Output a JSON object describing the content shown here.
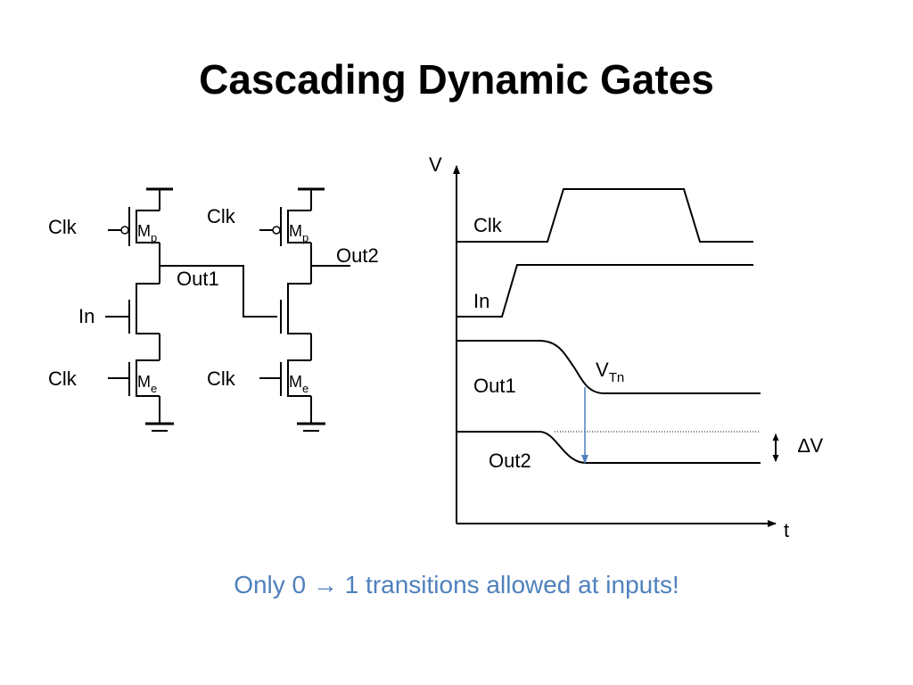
{
  "title": "Cascading Dynamic Gates",
  "caption": "Only 0 → 1 transitions allowed at inputs!",
  "circuit": {
    "clk_label": "Clk",
    "in_label": "In",
    "mp_label": "M",
    "mp_sub": "p",
    "me_label": "M",
    "me_sub": "e",
    "out1_label": "Out1",
    "out2_label": "Out2"
  },
  "waveform": {
    "v_axis_label": "V",
    "t_axis_label": "t",
    "clk_label": "Clk",
    "in_label": "In",
    "out1_label": "Out1",
    "out2_label": "Out2",
    "vtn_label": "V",
    "vtn_sub": "Tn",
    "delta_v_label": "∆V"
  },
  "colors": {
    "caption": "#4f81bd",
    "arrow": "#4f81bd",
    "lines": "#000000"
  }
}
